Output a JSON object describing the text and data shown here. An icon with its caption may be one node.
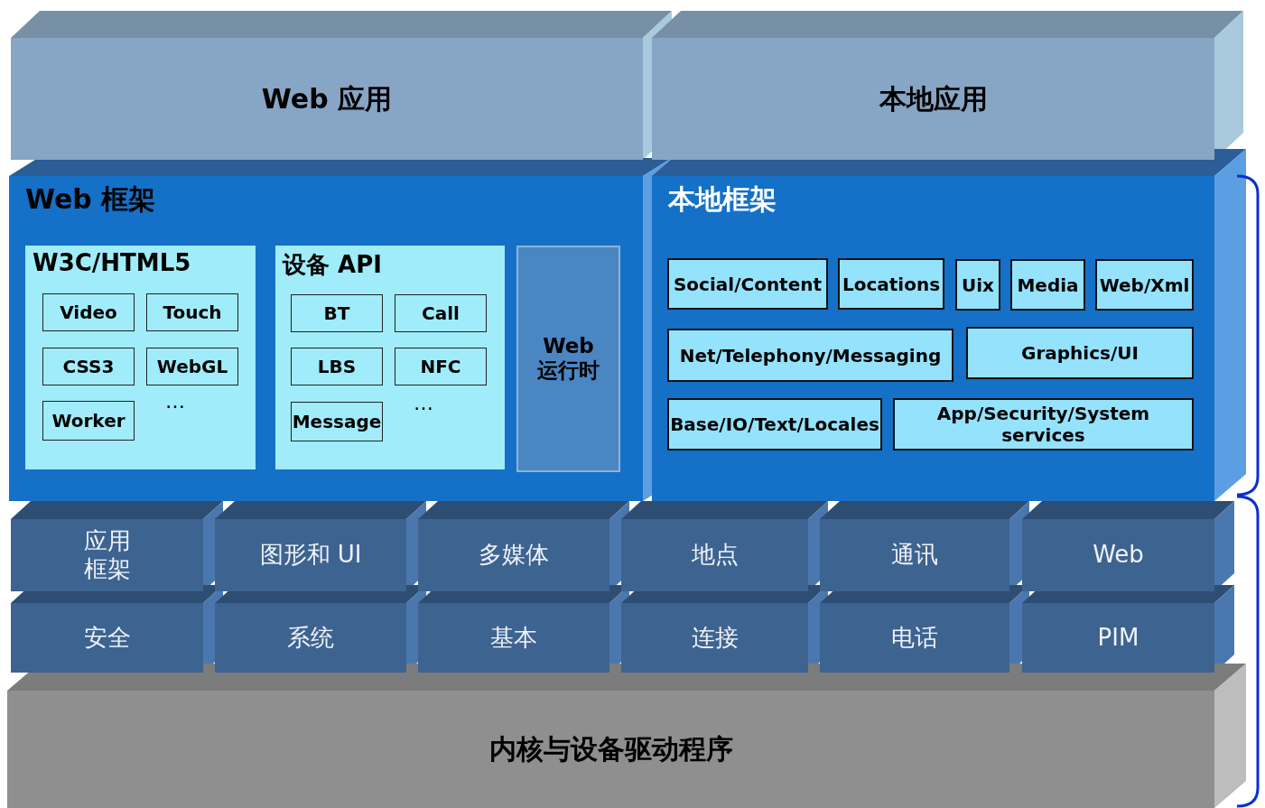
{
  "diagram": {
    "nodes": [
      {
        "text": [
          "Web 应用"
        ]
      },
      {
        "text": [
          "本地应用"
        ]
      },
      {
        "text": [
          "Web 框架"
        ]
      },
      {
        "text": [
          "W3C/HTML5"
        ],
        "in": 2
      },
      {
        "text": [
          "Video"
        ],
        "in": 3
      },
      {
        "text": [
          "Touch"
        ],
        "in": 3
      },
      {
        "text": [
          "CSS3"
        ],
        "in": 3
      },
      {
        "text": [
          "WebGL"
        ],
        "in": 3
      },
      {
        "text": [
          "Worker"
        ],
        "in": 3
      },
      {
        "text": [
          "设备 API"
        ],
        "in": 2
      },
      {
        "text": [
          "BT"
        ],
        "in": 9
      },
      {
        "text": [
          "Call"
        ],
        "in": 9
      },
      {
        "text": [
          "LBS"
        ],
        "in": 9
      },
      {
        "text": [
          "NFC"
        ],
        "in": 9
      },
      {
        "text": [
          "Message"
        ],
        "in": 9
      },
      {
        "text": [
          "Web 运行时"
        ],
        "in": 2
      },
      {
        "text": [
          "本地框架"
        ]
      },
      {
        "text": [
          "Social/Content"
        ],
        "in": 16
      },
      {
        "text": [
          "Locations"
        ],
        "in": 16
      },
      {
        "text": [
          "Uix"
        ],
        "in": 16
      },
      {
        "text": [
          "Media"
        ],
        "in": 16
      },
      {
        "text": [
          "Web/Xml"
        ],
        "in": 16
      },
      {
        "text": [
          "Net/Telephony/Messaging"
        ],
        "in": 16
      },
      {
        "text": [
          "Graphics/UI"
        ],
        "in": 16
      },
      {
        "text": [
          "Base/IO/Text/Locales"
        ],
        "in": 16
      },
      {
        "text": [
          "App/Security/System services"
        ],
        "in": 16
      },
      {
        "text": [
          "应用框架"
        ]
      },
      {
        "text": [
          "图形和 UI"
        ]
      },
      {
        "text": [
          "多媒体"
        ]
      },
      {
        "text": [
          "地点"
        ]
      },
      {
        "text": [
          "通讯"
        ]
      },
      {
        "text": [
          "Web"
        ]
      },
      {
        "text": [
          "安全"
        ]
      },
      {
        "text": [
          "系统"
        ]
      },
      {
        "text": [
          "基本"
        ]
      },
      {
        "text": [
          "连接"
        ]
      },
      {
        "text": [
          "电话"
        ]
      },
      {
        "text": [
          "PIM"
        ]
      },
      {
        "text": [
          "内核与设备驱动程序"
        ]
      }
    ],
    "labels": [
      "…",
      "…"
    ]
  }
}
